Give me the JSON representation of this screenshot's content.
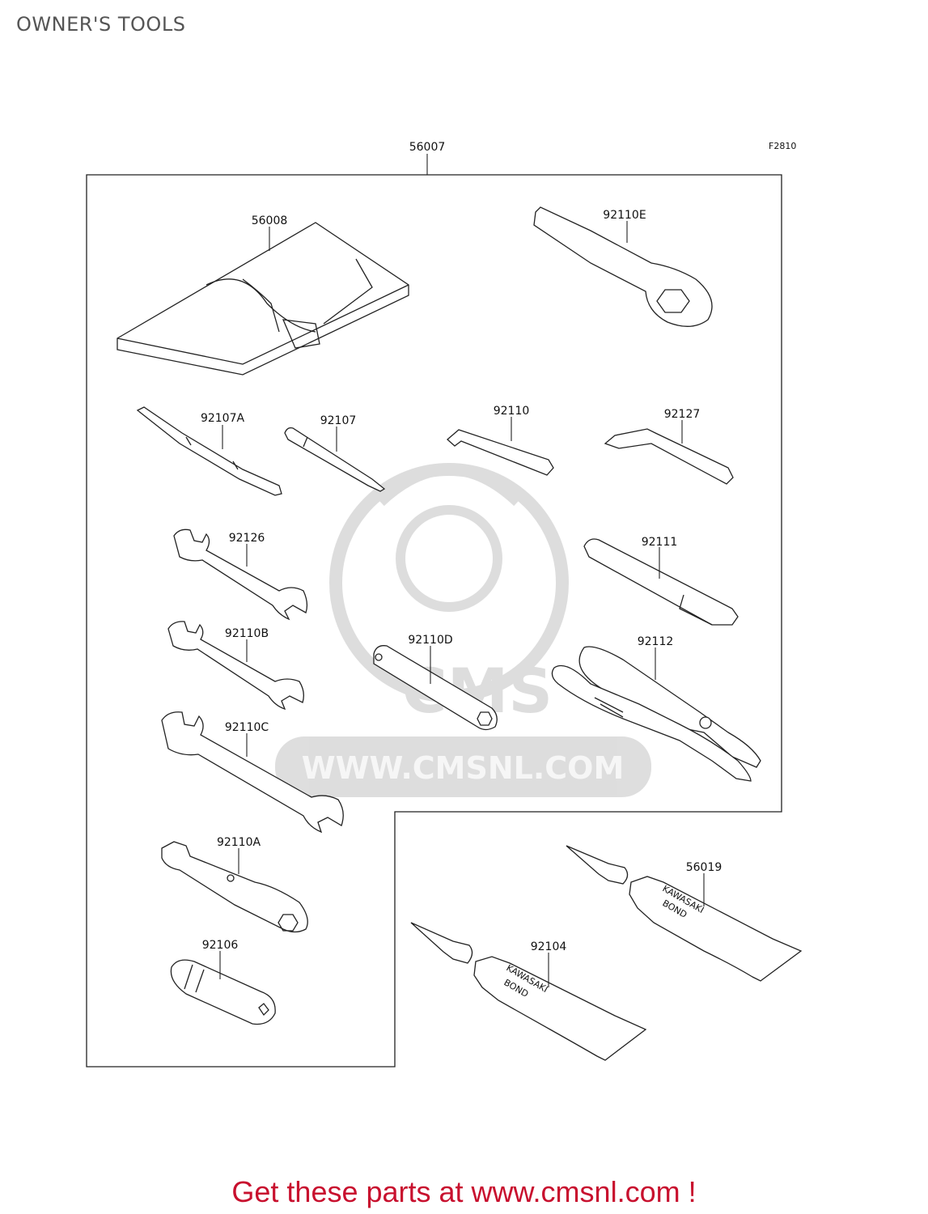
{
  "page": {
    "title": "OWNER'S TOOLS"
  },
  "figure": {
    "figure_code": "F2810",
    "kit_part_number": "56007",
    "parts": [
      {
        "id": "56008",
        "name": "tool-bag"
      },
      {
        "id": "92110E",
        "name": "ring-wrench"
      },
      {
        "id": "92107A",
        "name": "screwdriver-bit-a"
      },
      {
        "id": "92107",
        "name": "screwdriver-bit"
      },
      {
        "id": "92110",
        "name": "hex-key"
      },
      {
        "id": "92127",
        "name": "hex-key-2"
      },
      {
        "id": "92126",
        "name": "open-end-wrench"
      },
      {
        "id": "92111",
        "name": "extension-bar"
      },
      {
        "id": "92110B",
        "name": "open-end-wrench-b"
      },
      {
        "id": "92110D",
        "name": "box-wrench-d"
      },
      {
        "id": "92112",
        "name": "pliers"
      },
      {
        "id": "92110C",
        "name": "open-end-wrench-c"
      },
      {
        "id": "92110A",
        "name": "box-wrench-a"
      },
      {
        "id": "92106",
        "name": "screwdriver-handle"
      },
      {
        "id": "56019",
        "name": "bond-tube-1"
      },
      {
        "id": "92104",
        "name": "bond-tube-2"
      }
    ],
    "tube_label_line1": "KAWASAKI",
    "tube_label_line2": "BOND"
  },
  "watermark": {
    "text": "WWW.CMSNL.COM",
    "logo_text": "CMS"
  },
  "footer": {
    "banner": "Get these parts at www.cmsnl.com !"
  }
}
